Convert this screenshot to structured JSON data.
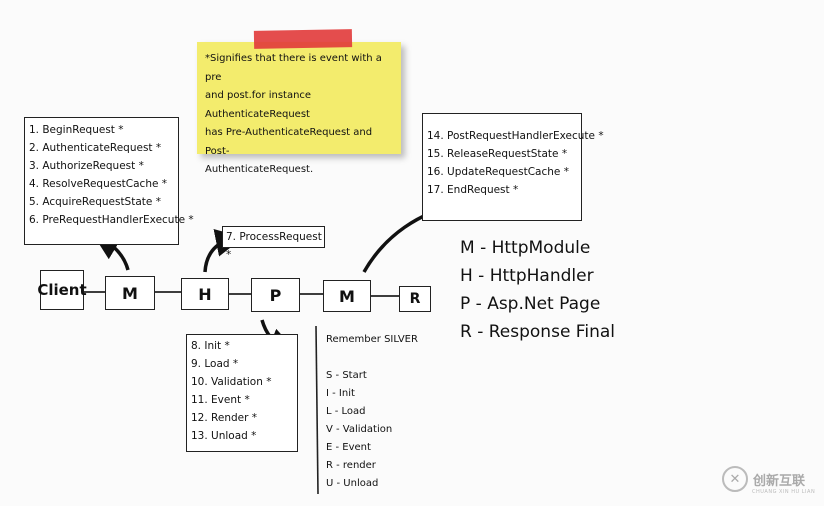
{
  "note": {
    "lines": [
      "*Signifies that there is event with a pre",
      "and post.for instance",
      "AuthenticateRequest",
      "has Pre-AuthenticateRequest and Post-",
      "AuthenticateRequest."
    ]
  },
  "pre_events": [
    "1. BeginRequest *",
    "2. AuthenticateRequest *",
    "3. AuthorizeRequest *",
    "4. ResolveRequestCache *",
    "5. AcquireRequestState *",
    "6. PreRequestHandlerExecute *"
  ],
  "process_request": "7. ProcessRequest *",
  "post_events": [
    "14. PostRequestHandlerExecute *",
    "15. ReleaseRequestState *",
    "16. UpdateRequestCache *",
    "17. EndRequest *"
  ],
  "page_events": [
    "8. Init *",
    "9. Load *",
    "10. Validation *",
    "11. Event *",
    "12. Render *",
    "13. Unload *"
  ],
  "pipeline": {
    "client": "Client",
    "m1": "M",
    "h": "H",
    "p": "P",
    "m2": "M",
    "r": "R"
  },
  "legend": [
    "M - HttpModule",
    "H - HttpHandler",
    "P - Asp.Net Page",
    "R - Response  Final"
  ],
  "silver": {
    "title": "Remember SILVER",
    "items": [
      "S - Start",
      "I - Init",
      "L - Load",
      "V - Validation",
      "E - Event",
      "R - render",
      "U - Unload"
    ]
  },
  "watermark": {
    "text": "创新互联",
    "sub": "CHUANG XIN HU LIAN"
  },
  "colors": {
    "note": "#f3ec6d",
    "tape": "#e13a3a",
    "ink": "#222222"
  }
}
